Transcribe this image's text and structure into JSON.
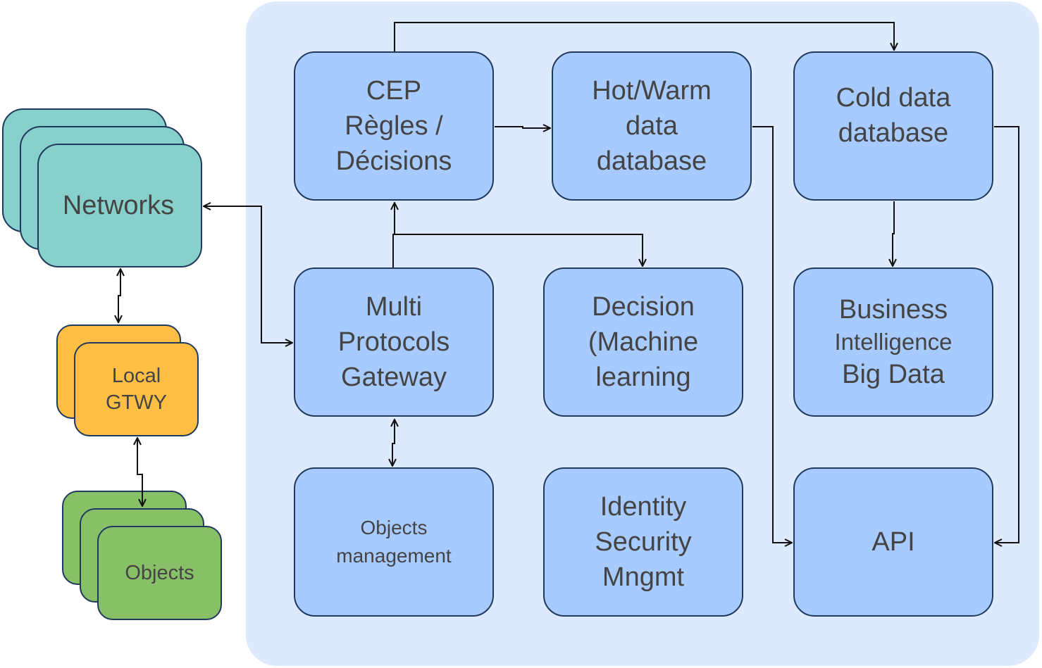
{
  "colors": {
    "platform_bg": "#dde9fc",
    "service_box": "#a8cbff",
    "networks_box": "#88d0cc",
    "gateway_box": "#ffbe44",
    "objects_box": "#88c068",
    "border": "#1f3a5c",
    "text": "#444444"
  },
  "nodes": {
    "networks": "Networks",
    "local_gtwy": "Local\nGTWY",
    "objects": "Objects",
    "cep": "CEP\nRègles /\nDécisions",
    "hot_warm": "Hot/Warm\ndata\ndatabase",
    "cold": "Cold data\ndatabase",
    "multi_protocols": "Multi\nProtocols\nGateway",
    "decision": "Decision\n(Machine\nlearning",
    "business": {
      "line1": "Business",
      "line2": "Intelligence",
      "line3": "Big Data"
    },
    "objects_mgmt": "Objects\nmanagement",
    "identity": "Identity\nSecurity\nMngmt",
    "api": "API"
  }
}
